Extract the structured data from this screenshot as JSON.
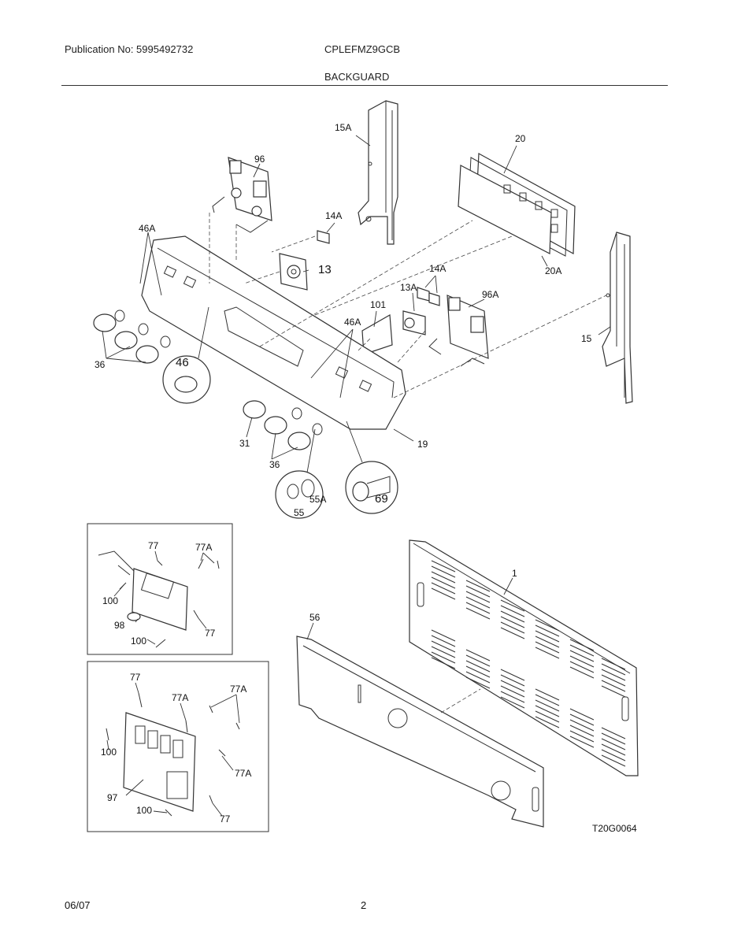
{
  "header": {
    "publication": "Publication No: 5995492732",
    "model": "CPLEFMZ9GCB",
    "section": "BACKGUARD"
  },
  "footer": {
    "date": "06/07",
    "page": "2",
    "drawing_code": "T20G0064"
  },
  "callouts": {
    "c15A": "15A",
    "c20": "20",
    "c96": "96",
    "c14A_top": "14A",
    "c46A_left": "46A",
    "c13": "13",
    "c20A": "20A",
    "c14A_mid": "14A",
    "c13A": "13A",
    "c101": "101",
    "c96A": "96A",
    "c15": "15",
    "c46A_mid": "46A",
    "c46": "46",
    "c36_left": "36",
    "c31": "31",
    "c36_bottom": "36",
    "c19": "19",
    "c55": "55",
    "c55A": "55A",
    "c69": "69",
    "b1_77_top": "77",
    "b1_77A": "77A",
    "b1_100_top": "100",
    "b1_98": "98",
    "b1_77_bottom": "77",
    "b1_100_bottom": "100",
    "b2_77_top": "77",
    "b2_77A_left": "77A",
    "b2_77A_right": "77A",
    "b2_100_left": "100",
    "b2_77A_mid": "77A",
    "b2_97": "97",
    "b2_100_bottom": "100",
    "b2_77_bottom": "77",
    "c1": "1",
    "c56": "56"
  }
}
